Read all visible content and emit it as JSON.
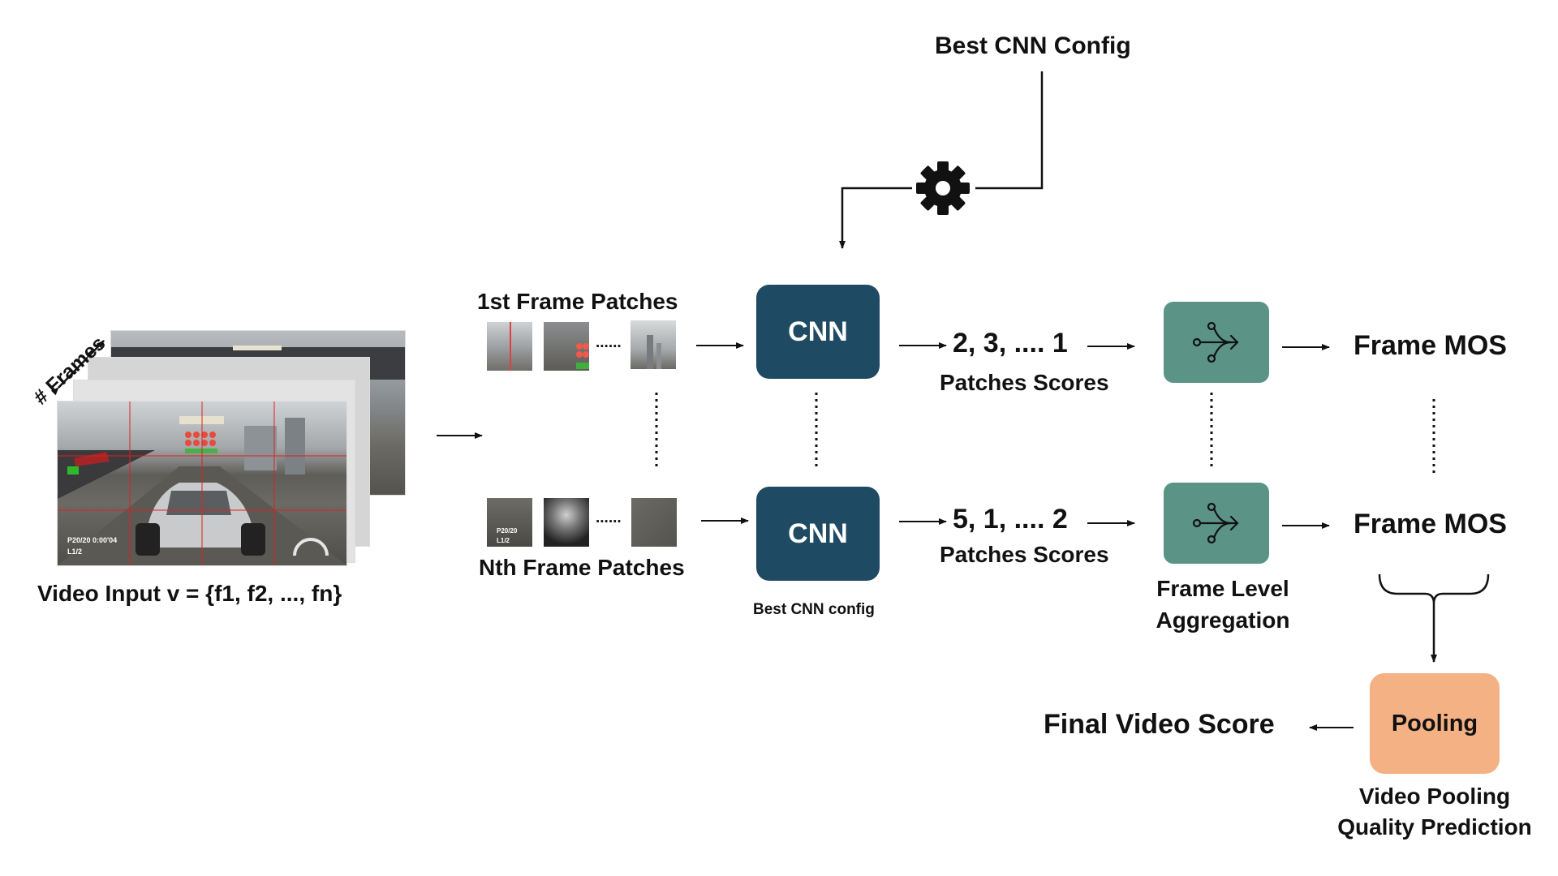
{
  "top": {
    "config_title": "Best CNN Config"
  },
  "input": {
    "frames_label": "# Frames",
    "video_label": "Video Input v = {f1, f2, ..., fn}",
    "hud_text_1": "P20/20   0:00'04",
    "hud_text_2": "L1/2"
  },
  "patches": {
    "first_label": "1st Frame Patches",
    "nth_label": "Nth Frame Patches",
    "ellipsis": "......"
  },
  "cnn": {
    "top_label": "CNN",
    "bottom_label": "CNN",
    "caption": "Best CNN config"
  },
  "scores": {
    "top_values": "2, 3, .... 1",
    "bottom_values": "5, 1, .... 2",
    "top_label": "Patches Scores",
    "bottom_label": "Patches Scores"
  },
  "aggregation": {
    "label_line1": "Frame Level",
    "label_line2": "Aggregation"
  },
  "mos": {
    "top_label": "Frame MOS",
    "bottom_label": "Frame MOS"
  },
  "pooling": {
    "box_label": "Pooling",
    "caption_line1": "Video Pooling",
    "caption_line2": "Quality Prediction"
  },
  "output": {
    "final_label": "Final Video Score"
  },
  "colors": {
    "cnn_box": "#1f4a63",
    "aggregation_box": "#5b9487",
    "pooling_box": "#f4b183"
  },
  "icons": [
    "gear-icon",
    "split-arrow-icon"
  ]
}
